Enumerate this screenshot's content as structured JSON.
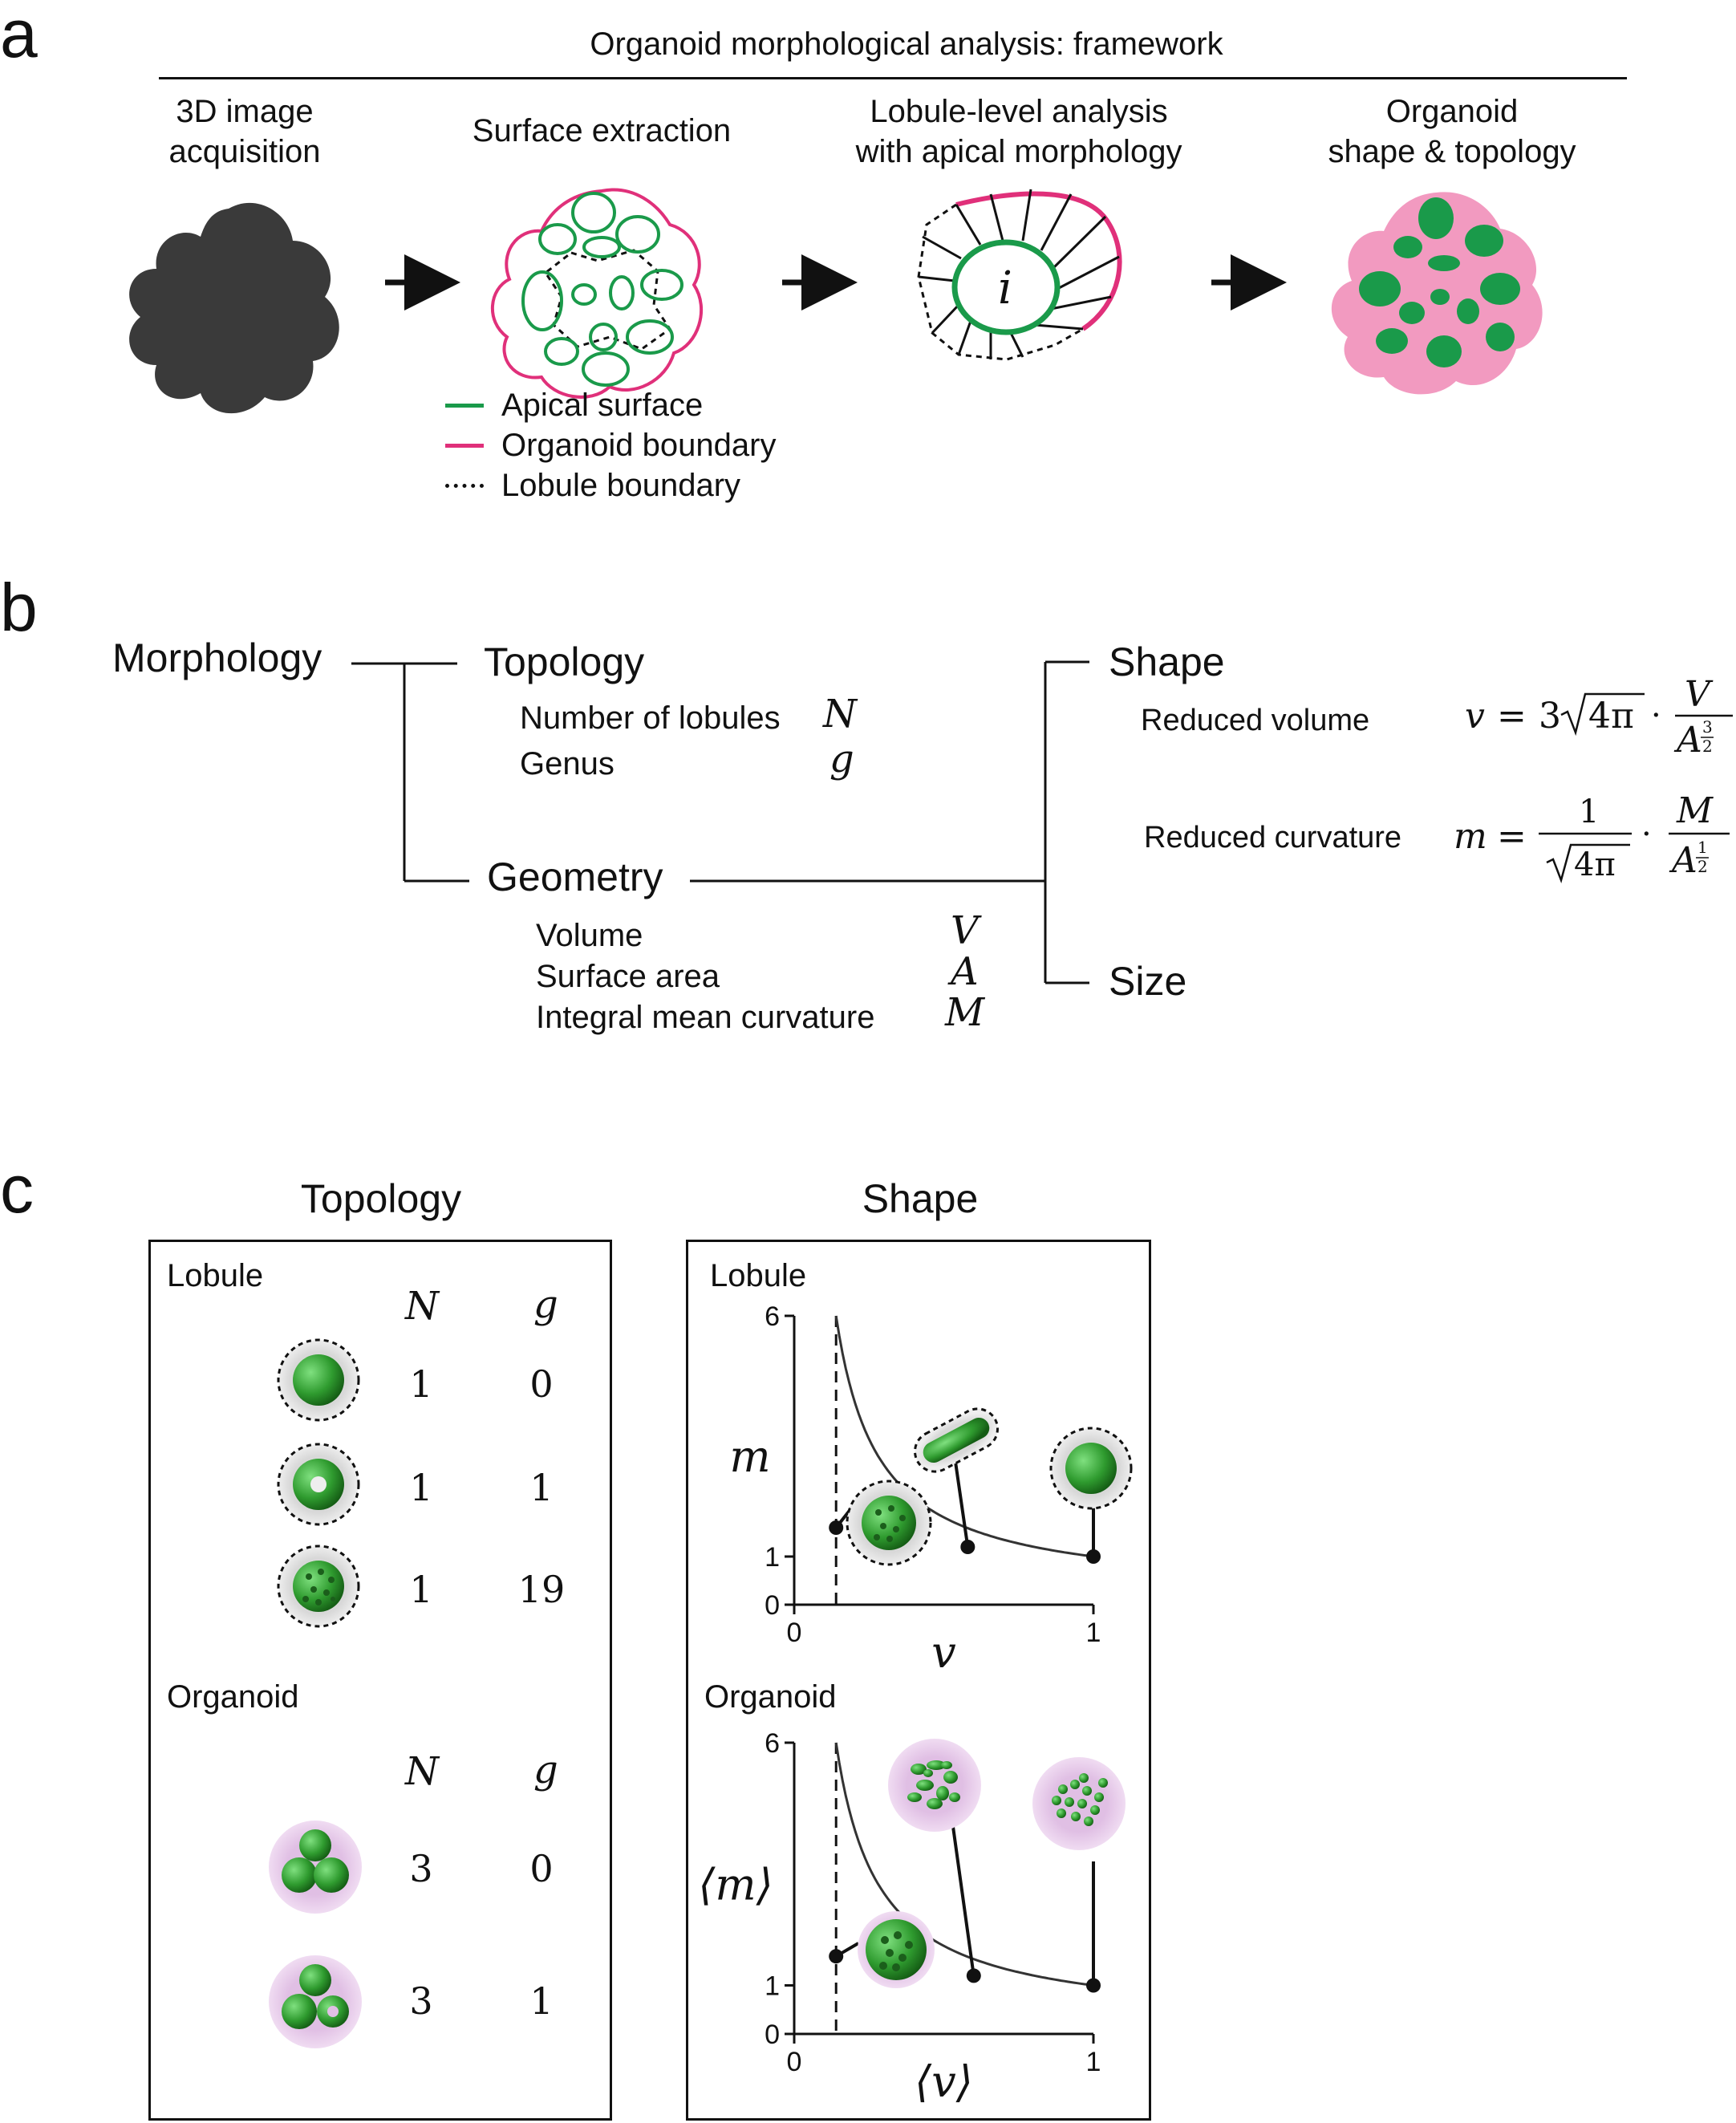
{
  "panel_a": {
    "letter": "a",
    "title": "Organoid morphological analysis: framework",
    "steps": [
      {
        "line1": "3D image",
        "line2": "acquisition"
      },
      {
        "line1": "Surface extraction",
        "line2": ""
      },
      {
        "line1": "Lobule-level analysis",
        "line2": "with apical morphology"
      },
      {
        "line1": "Organoid",
        "line2": "shape & topology"
      }
    ],
    "lobule_label": "i",
    "legend": [
      {
        "label": "Apical surface",
        "color": "#1a9a4a",
        "style": "solid"
      },
      {
        "label": "Organoid boundary",
        "color": "#e0307a",
        "style": "solid"
      },
      {
        "label": "Lobule boundary",
        "color": "#111111",
        "style": "dotted"
      }
    ]
  },
  "panel_b": {
    "letter": "b",
    "root": "Morphology",
    "topology": {
      "title": "Topology",
      "items": [
        {
          "label": "Number of lobules",
          "symbol": "N"
        },
        {
          "label": "Genus",
          "symbol": "g"
        }
      ]
    },
    "geometry": {
      "title": "Geometry",
      "items": [
        {
          "label": "Volume",
          "symbol": "V"
        },
        {
          "label": "Surface area",
          "symbol": "A"
        },
        {
          "label": "Integral mean curvature",
          "symbol": "M"
        }
      ]
    },
    "shape": {
      "title": "Shape",
      "reduced_volume": "Reduced volume",
      "reduced_curvature": "Reduced curvature"
    },
    "size": {
      "title": "Size"
    }
  },
  "panel_c": {
    "letter": "c",
    "topology_title": "Topology",
    "shape_title": "Shape",
    "topology_box": {
      "lobule_heading": "Lobule",
      "organoid_heading": "Organoid",
      "col_n": "N",
      "col_g": "g",
      "lobule_rows": [
        {
          "icon": "sphere",
          "N": "1",
          "g": "0"
        },
        {
          "icon": "torus",
          "N": "1",
          "g": "1"
        },
        {
          "icon": "perforated-sphere",
          "N": "1",
          "g": "19"
        }
      ],
      "organoid_rows": [
        {
          "icon": "three-spheres",
          "N": "3",
          "g": "0"
        },
        {
          "icon": "two-spheres-one-torus",
          "N": "3",
          "g": "1"
        }
      ]
    },
    "shape_box": {
      "lobule_heading": "Lobule",
      "organoid_heading": "Organoid"
    }
  },
  "chart_data": [
    {
      "type": "line",
      "title": "Lobule",
      "xlabel": "v",
      "ylabel": "m",
      "xlim": [
        0,
        1
      ],
      "ylim": [
        0,
        6
      ],
      "x_ticks": [
        "0",
        "1"
      ],
      "y_ticks": [
        "0",
        "1",
        "6"
      ],
      "asymptote_x": 0.14,
      "curve": "m = 1 / v",
      "points": [
        {
          "x": 0.14,
          "y": 1.6,
          "label": "perforated sphere"
        },
        {
          "x": 0.58,
          "y": 1.2,
          "label": "elongated rod"
        },
        {
          "x": 1.0,
          "y": 1.0,
          "label": "sphere"
        }
      ]
    },
    {
      "type": "line",
      "title": "Organoid",
      "xlabel": "⟨v⟩",
      "ylabel": "⟨m⟩",
      "xlim": [
        0,
        1
      ],
      "ylim": [
        0,
        6
      ],
      "x_ticks": [
        "0",
        "1"
      ],
      "y_ticks": [
        "0",
        "1",
        "6"
      ],
      "asymptote_x": 0.14,
      "curve": "⟨m⟩ = 1 / ⟨v⟩",
      "points": [
        {
          "x": 0.14,
          "y": 1.6,
          "label": "perforated sphere"
        },
        {
          "x": 0.6,
          "y": 1.2,
          "label": "organoid with irregular lobules"
        },
        {
          "x": 1.0,
          "y": 1.0,
          "label": "organoid with spherical lobules"
        }
      ]
    }
  ]
}
